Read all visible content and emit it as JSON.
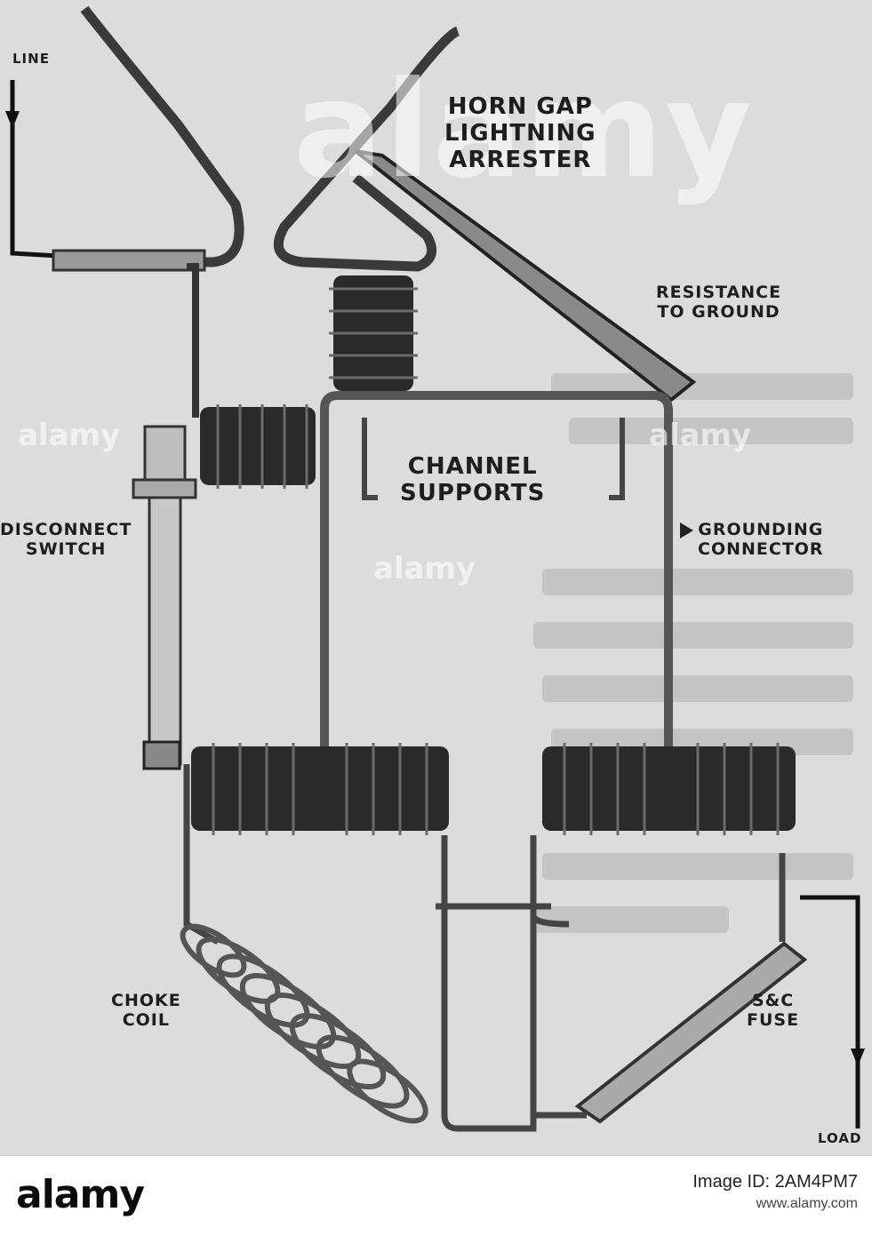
{
  "labels": {
    "line": "LINE",
    "horn_gap": [
      "HORN GAP",
      "LIGHTNING",
      "ARRESTER"
    ],
    "resistance": [
      "RESISTANCE",
      "TO GROUND"
    ],
    "channel": [
      "CHANNEL",
      "SUPPORTS"
    ],
    "disconnect": [
      "DISCONNECT",
      "SWITCH"
    ],
    "grounding": [
      "GROUNDING",
      "CONNECTOR"
    ],
    "choke": [
      "CHOKE",
      "COIL"
    ],
    "fuse": [
      "S&C",
      "FUSE"
    ],
    "load": "LOAD"
  },
  "watermark": {
    "word": "alamy",
    "image_id": "Image ID: 2AM4PM7",
    "site": "www.alamy.com"
  },
  "colors": {
    "paper": "#dcdcdc",
    "ink": "#1e1e1e",
    "insulator": "#2a2a2a"
  }
}
